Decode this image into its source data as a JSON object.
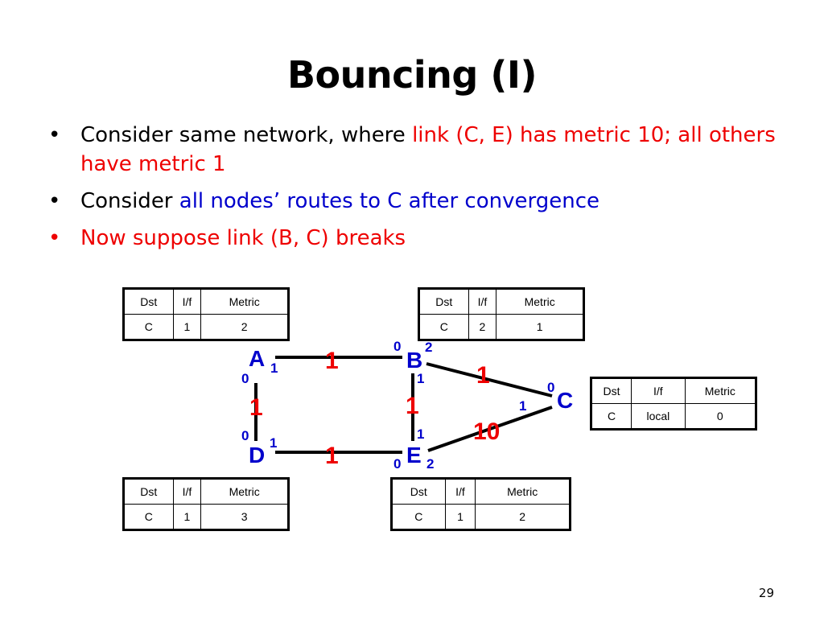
{
  "title": "Bouncing (I)",
  "bullets": [
    {
      "pre": "Consider same network, where ",
      "hl": "link (C, E) has metric 10; all others have metric 1",
      "hl_color": "red",
      "dot_color": "black"
    },
    {
      "pre": "Consider ",
      "hl": "all nodes’ routes to C after convergence",
      "hl_color": "blue",
      "dot_color": "black"
    },
    {
      "pre": "",
      "hl": "Now suppose link (B, C) breaks",
      "hl_color": "red",
      "dot_color": "red"
    }
  ],
  "table_headers": [
    "Dst",
    "I/f",
    "Metric"
  ],
  "tables": {
    "A": {
      "dst": "C",
      "if": "1",
      "metric": "2"
    },
    "B": {
      "dst": "C",
      "if": "2",
      "metric": "1"
    },
    "C": {
      "dst": "C",
      "if": "local",
      "metric": "0"
    },
    "D": {
      "dst": "C",
      "if": "1",
      "metric": "3"
    },
    "E": {
      "dst": "C",
      "if": "1",
      "metric": "2"
    }
  },
  "nodes": {
    "A": "A",
    "B": "B",
    "C": "C",
    "D": "D",
    "E": "E"
  },
  "link_metrics": {
    "AB": "1",
    "BC": "1",
    "AD": "1",
    "BE": "1",
    "CE": "10",
    "DE": "1"
  },
  "interfaces": {
    "A0": "0",
    "A1": "1",
    "B0": "0",
    "B1": "1",
    "B2": "2",
    "C0": "0",
    "C1": "1",
    "D0": "0",
    "D1": "1",
    "E0": "0",
    "E1": "1",
    "E2": "2"
  },
  "colors": {
    "red": "#ee0000",
    "blue": "#0000cc",
    "black": "#000000"
  },
  "page_number": "29"
}
